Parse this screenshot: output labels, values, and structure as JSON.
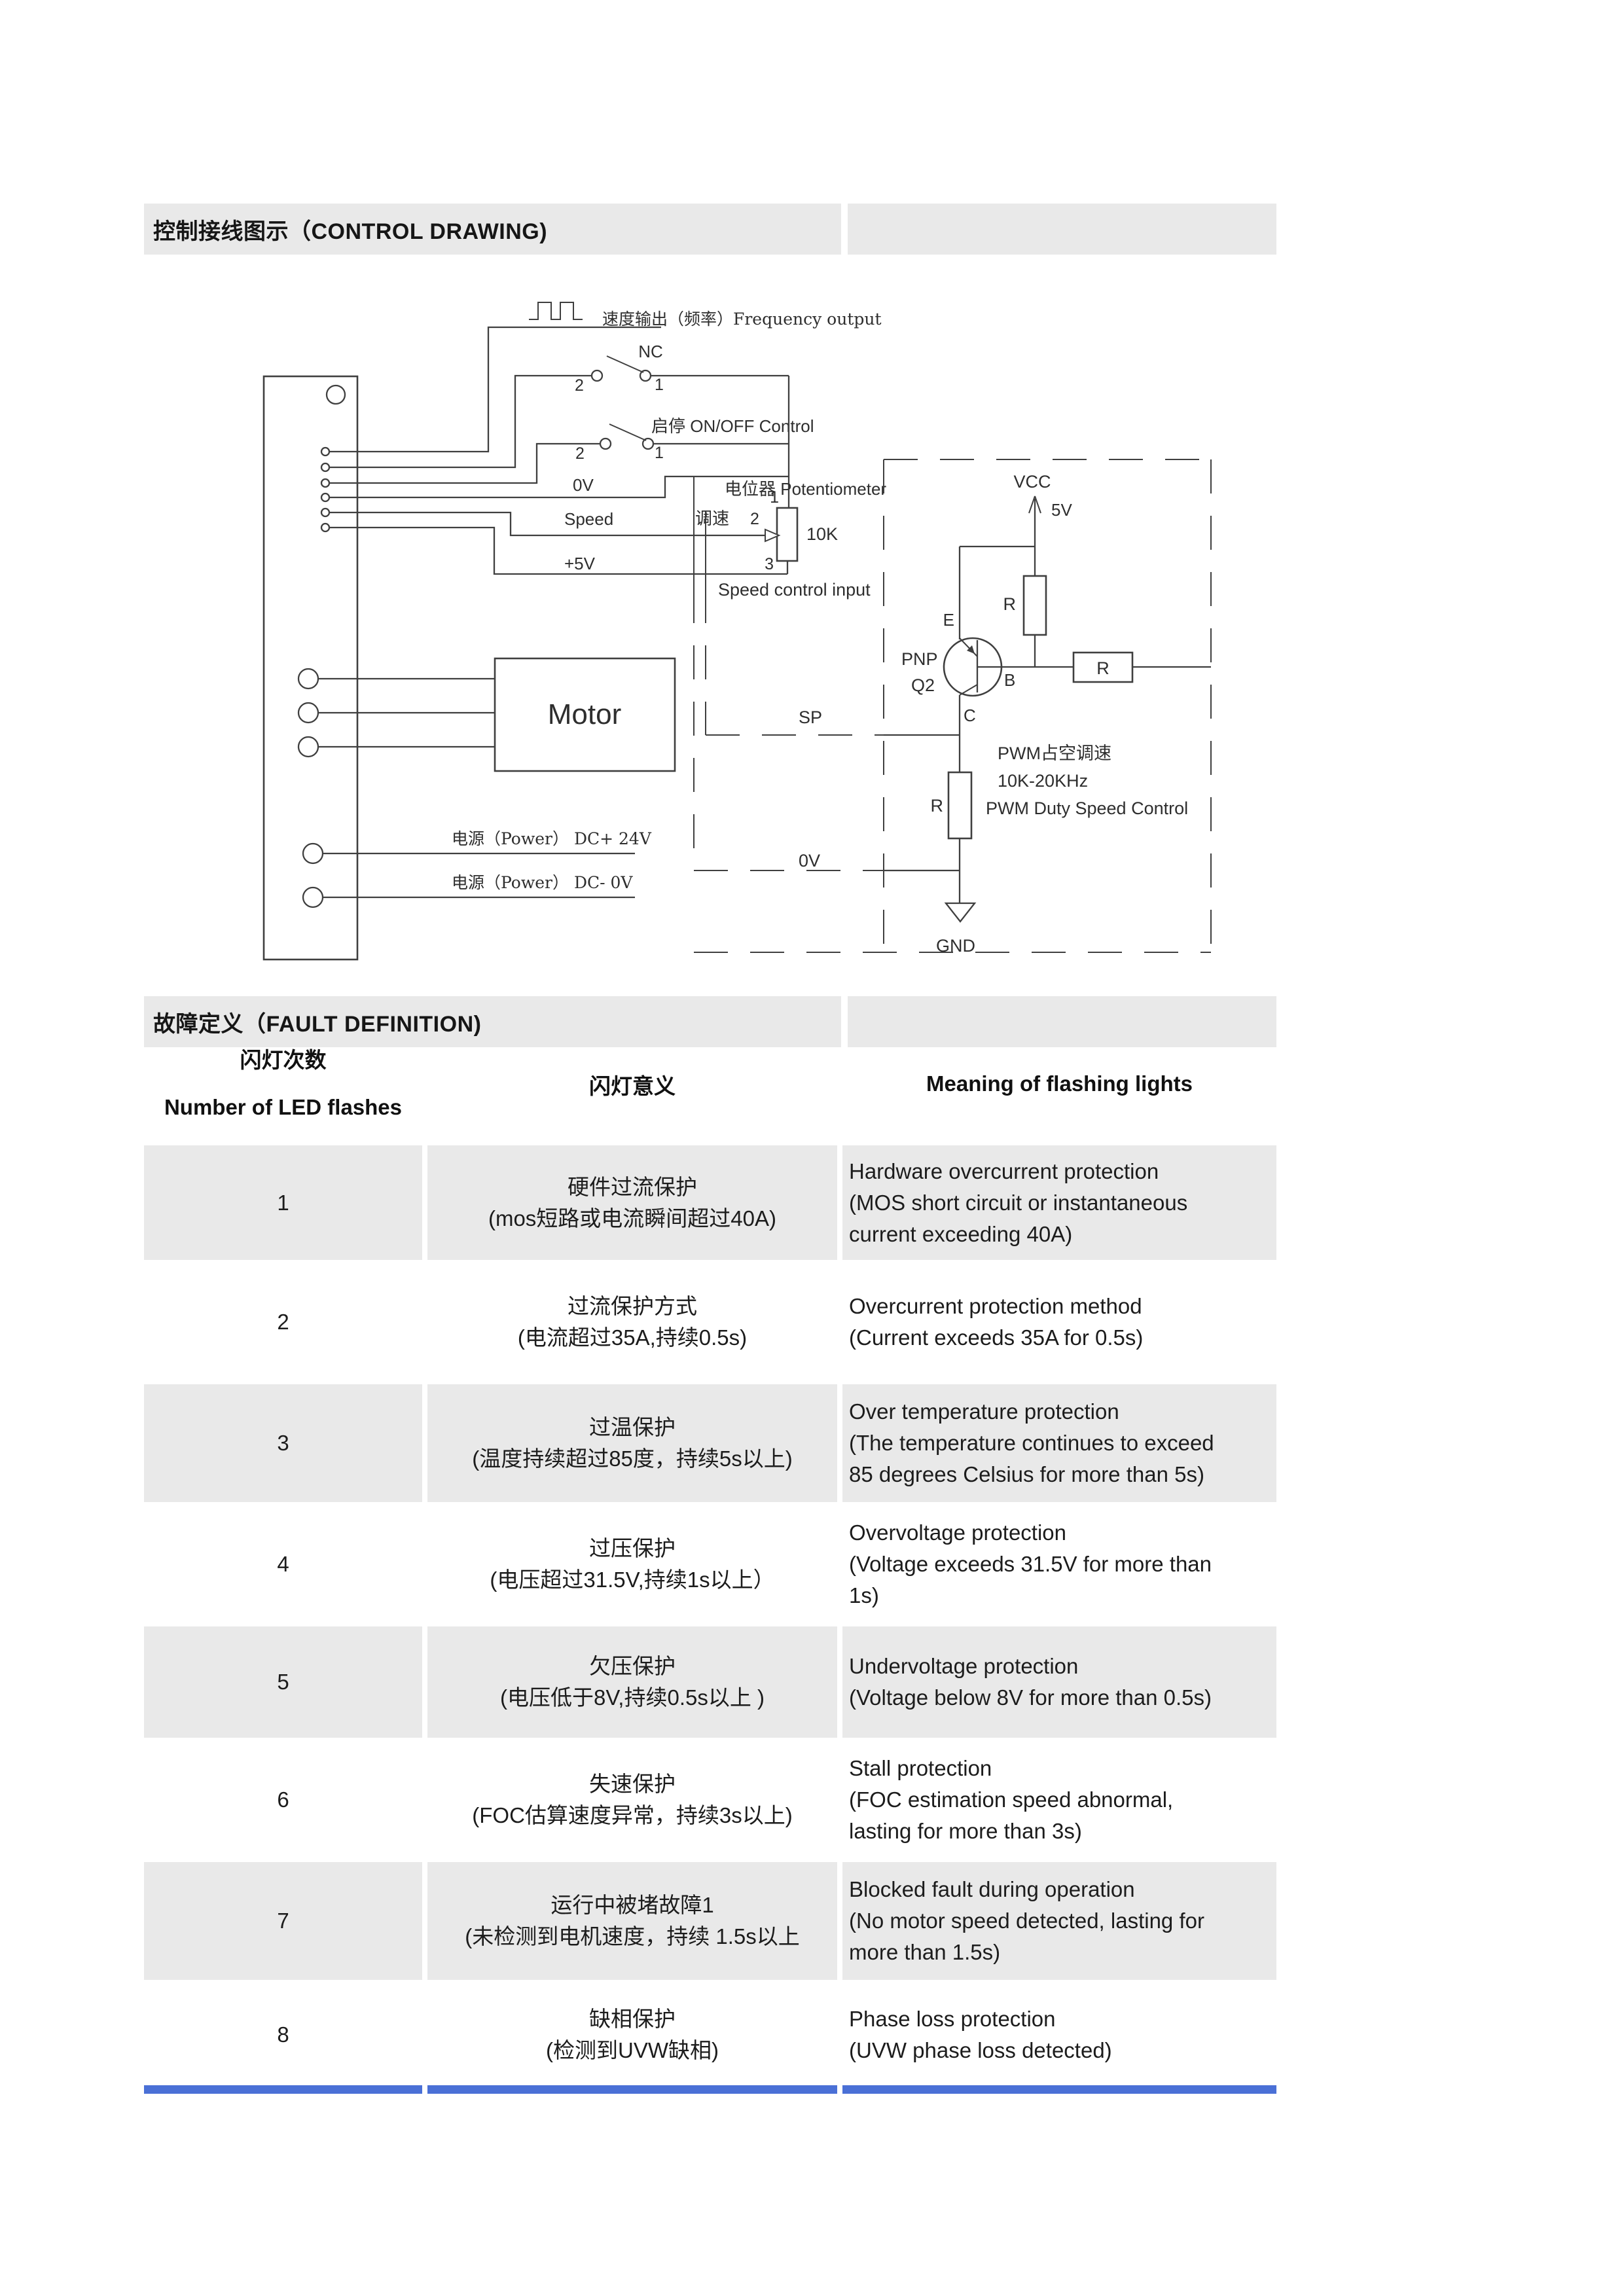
{
  "header1": {
    "title": "控制接线图示（CONTROL DRAWING)"
  },
  "header2": {
    "title": "故障定义（FAULT DEFINITION)"
  },
  "diagram": {
    "labels": {
      "freq_output": "速度输出（频率）Frequency output",
      "nc": "NC",
      "nc_t2": "2",
      "nc_t1": "1",
      "onoff": "启停  ON/OFF  Control",
      "onoff_t2": "2",
      "onoff_t1": "1",
      "ov_top": "0V",
      "potentiometer": "电位器 Potentiometer",
      "pot_t1": "1",
      "pot_t2": "2",
      "pot_t3": "3",
      "speed": "Speed",
      "tiaosu": "调速",
      "pot_value": "10K",
      "plus5v": "+5V",
      "speed_control_input": "Speed control input",
      "motor": "Motor",
      "power_plus": "电源（Power） DC+ 24V",
      "power_minus": "电源（Power） DC-  0V",
      "sp": "SP",
      "ov_bottom": "0V",
      "vcc": "VCC",
      "v5": "5V",
      "r_pullup": "R",
      "r_series": "R",
      "r_collector": "R",
      "pnp": "PNP",
      "q2": "Q2",
      "e": "E",
      "b": "B",
      "c": "C",
      "pwm_zh": "PWM占空调速",
      "pwm_freq": "10K-20KHz",
      "pwm_en": "PWM Duty Speed Control",
      "gnd": "GND"
    }
  },
  "fault_table": {
    "header": {
      "col1_zh": "闪灯次数",
      "col1_en": "Number of LED flashes",
      "col2": "闪灯意义",
      "col3": "Meaning of flashing lights"
    },
    "rows": [
      {
        "num": "1",
        "zh": [
          "硬件过流保护",
          "(mos短路或电流瞬间超过40A)"
        ],
        "en": [
          "Hardware overcurrent protection",
          "(MOS short circuit or instantaneous",
          "current exceeding 40A)"
        ]
      },
      {
        "num": "2",
        "zh": [
          "过流保护方式",
          "(电流超过35A,持续0.5s)"
        ],
        "en": [
          "Overcurrent protection method",
          "(Current exceeds 35A for 0.5s)"
        ]
      },
      {
        "num": "3",
        "zh": [
          "过温保护",
          "(温度持续超过85度，持续5s以上)"
        ],
        "en": [
          "Over temperature protection",
          "(The temperature continues to exceed",
          "85 degrees Celsius for more than 5s)"
        ]
      },
      {
        "num": "4",
        "zh": [
          "过压保护",
          "(电压超过31.5V,持续1s以上）"
        ],
        "en": [
          "Overvoltage protection",
          "(Voltage exceeds 31.5V for more than",
          "1s)"
        ]
      },
      {
        "num": "5",
        "zh": [
          "欠压保护",
          "(电压低于8V,持续0.5s以上 )"
        ],
        "en": [
          "Undervoltage protection",
          "(Voltage below 8V for more than 0.5s)"
        ]
      },
      {
        "num": "6",
        "zh": [
          "失速保护",
          "(FOC估算速度异常，持续3s以上)"
        ],
        "en": [
          "Stall protection",
          "(FOC estimation speed abnormal,",
          "lasting for more than 3s)"
        ]
      },
      {
        "num": "7",
        "zh": [
          "运行中被堵故障1",
          "(未检测到电机速度，持续 1.5s以上"
        ],
        "en": [
          "Blocked fault during operation",
          "(No motor speed detected, lasting for",
          "more than 1.5s)"
        ]
      },
      {
        "num": "8",
        "zh": [
          "缺相保护",
          "(检测到UVW缺相)"
        ],
        "en": [
          "Phase loss protection",
          "(UVW phase loss detected)"
        ]
      }
    ]
  },
  "colors": {
    "accent_bar": "#4a70d6",
    "shade": "#e9e9e9"
  }
}
